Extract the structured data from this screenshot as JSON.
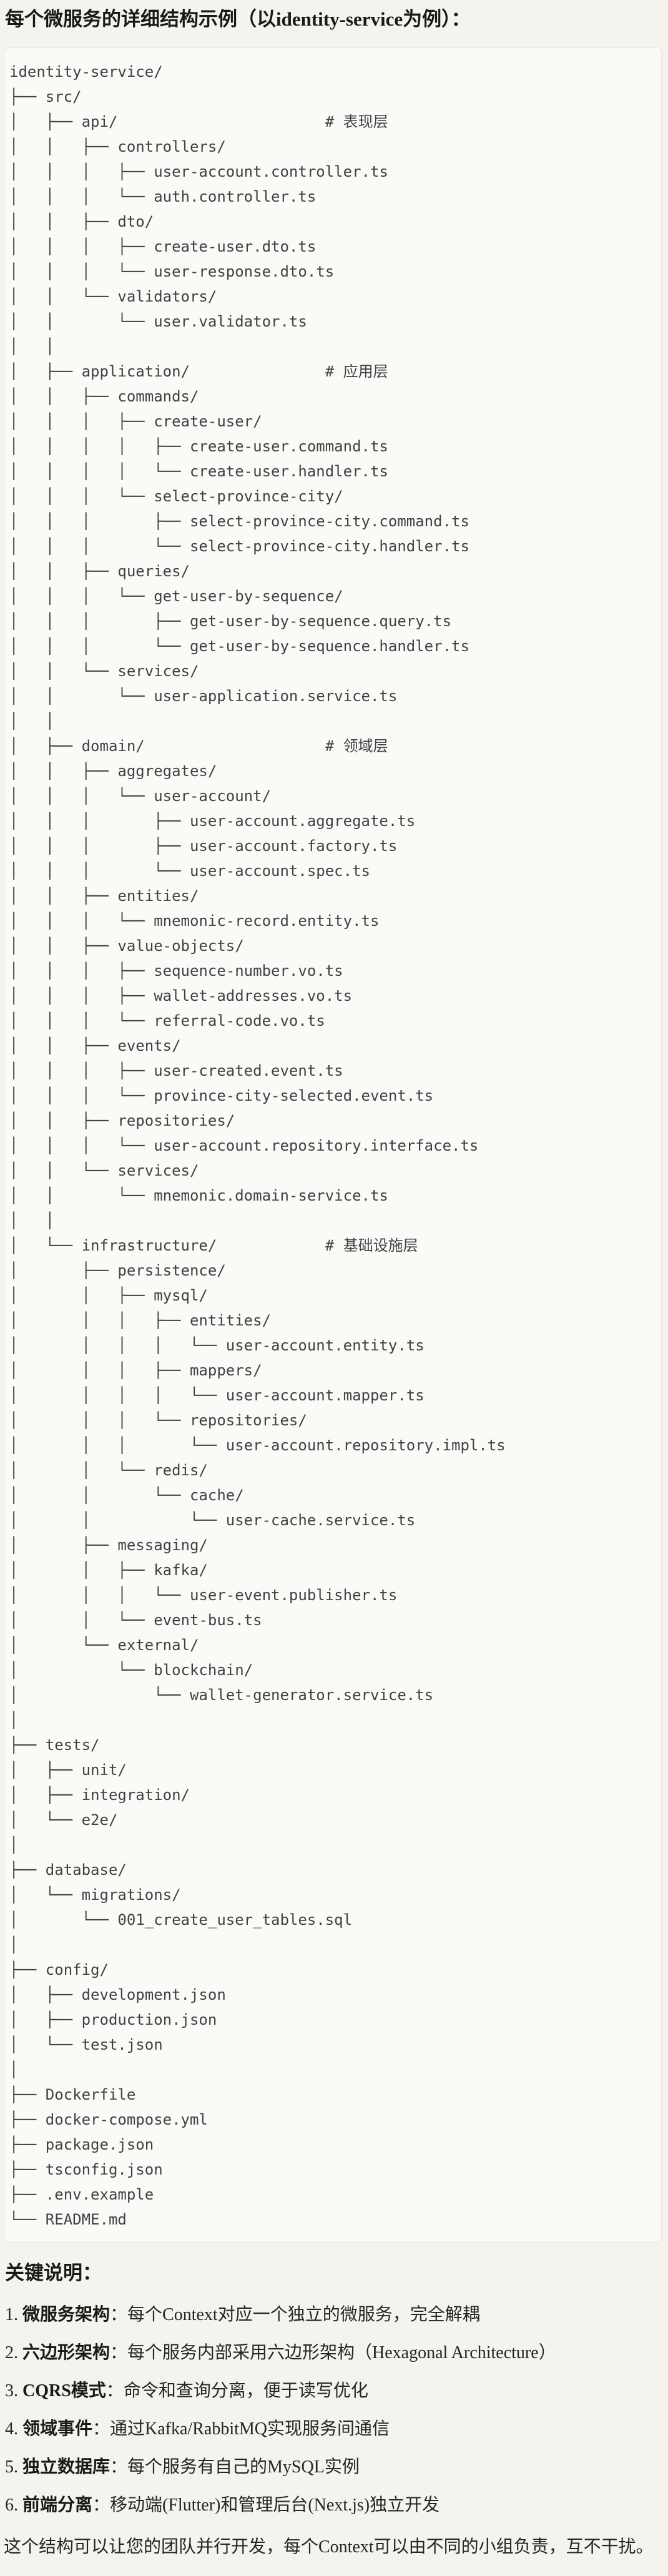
{
  "page": {
    "title": "每个微服务的详细结构示例（以identity-service为例）："
  },
  "code": {
    "lines": [
      "identity-service/",
      "├── src/",
      "│   ├── api/                       # 表现层",
      "│   │   ├── controllers/",
      "│   │   │   ├── user-account.controller.ts",
      "│   │   │   └── auth.controller.ts",
      "│   │   ├── dto/",
      "│   │   │   ├── create-user.dto.ts",
      "│   │   │   └── user-response.dto.ts",
      "│   │   └── validators/",
      "│   │       └── user.validator.ts",
      "│   │",
      "│   ├── application/               # 应用层",
      "│   │   ├── commands/",
      "│   │   │   ├── create-user/",
      "│   │   │   │   ├── create-user.command.ts",
      "│   │   │   │   └── create-user.handler.ts",
      "│   │   │   └── select-province-city/",
      "│   │   │       ├── select-province-city.command.ts",
      "│   │   │       └── select-province-city.handler.ts",
      "│   │   ├── queries/",
      "│   │   │   └── get-user-by-sequence/",
      "│   │   │       ├── get-user-by-sequence.query.ts",
      "│   │   │       └── get-user-by-sequence.handler.ts",
      "│   │   └── services/",
      "│   │       └── user-application.service.ts",
      "│   │",
      "│   ├── domain/                    # 领域层",
      "│   │   ├── aggregates/",
      "│   │   │   └── user-account/",
      "│   │   │       ├── user-account.aggregate.ts",
      "│   │   │       ├── user-account.factory.ts",
      "│   │   │       └── user-account.spec.ts",
      "│   │   ├── entities/",
      "│   │   │   └── mnemonic-record.entity.ts",
      "│   │   ├── value-objects/",
      "│   │   │   ├── sequence-number.vo.ts",
      "│   │   │   ├── wallet-addresses.vo.ts",
      "│   │   │   └── referral-code.vo.ts",
      "│   │   ├── events/",
      "│   │   │   ├── user-created.event.ts",
      "│   │   │   └── province-city-selected.event.ts",
      "│   │   ├── repositories/",
      "│   │   │   └── user-account.repository.interface.ts",
      "│   │   └── services/",
      "│   │       └── mnemonic.domain-service.ts",
      "│   │",
      "│   └── infrastructure/            # 基础设施层",
      "│       ├── persistence/",
      "│       │   ├── mysql/",
      "│       │   │   ├── entities/",
      "│       │   │   │   └── user-account.entity.ts",
      "│       │   │   ├── mappers/",
      "│       │   │   │   └── user-account.mapper.ts",
      "│       │   │   └── repositories/",
      "│       │   │       └── user-account.repository.impl.ts",
      "│       │   └── redis/",
      "│       │       └── cache/",
      "│       │           └── user-cache.service.ts",
      "│       ├── messaging/",
      "│       │   ├── kafka/",
      "│       │   │   └── user-event.publisher.ts",
      "│       │   └── event-bus.ts",
      "│       └── external/",
      "│           └── blockchain/",
      "│               └── wallet-generator.service.ts",
      "│",
      "├── tests/",
      "│   ├── unit/",
      "│   ├── integration/",
      "│   └── e2e/",
      "│",
      "├── database/",
      "│   └── migrations/",
      "│       └── 001_create_user_tables.sql",
      "│",
      "├── config/",
      "│   ├── development.json",
      "│   ├── production.json",
      "│   └── test.json",
      "│",
      "├── Dockerfile",
      "├── docker-compose.yml",
      "├── package.json",
      "├── tsconfig.json",
      "├── .env.example",
      "└── README.md"
    ]
  },
  "notes": {
    "heading": "关键说明：",
    "items": [
      {
        "num": "1.",
        "label": "微服务架构",
        "colon": "：",
        "text": "每个Context对应一个独立的微服务，完全解耦"
      },
      {
        "num": "2.",
        "label": "六边形架构",
        "colon": "：",
        "text": "每个服务内部采用六边形架构（Hexagonal Architecture）"
      },
      {
        "num": "3.",
        "label": "CQRS模式",
        "colon": "：",
        "text": "命令和查询分离，便于读写优化"
      },
      {
        "num": "4.",
        "label": "领域事件",
        "colon": "：",
        "text": "通过Kafka/RabbitMQ实现服务间通信"
      },
      {
        "num": "5.",
        "label": "独立数据库",
        "colon": "：",
        "text": "每个服务有自己的MySQL实例"
      },
      {
        "num": "6.",
        "label": "前端分离",
        "colon": "：",
        "text": "移动端(Flutter)和管理后台(Next.js)独立开发"
      }
    ],
    "footer": "这个结构可以让您的团队并行开发，每个Context可以由不同的小组负责，互不干扰。"
  },
  "colors": {
    "page_bg": "#f4f3ed",
    "code_bg": "#fbfaf7",
    "code_border": "#e5e3dc",
    "code_text": "#3e4247",
    "heading_text": "#1a1916",
    "body_text": "#26251f"
  }
}
